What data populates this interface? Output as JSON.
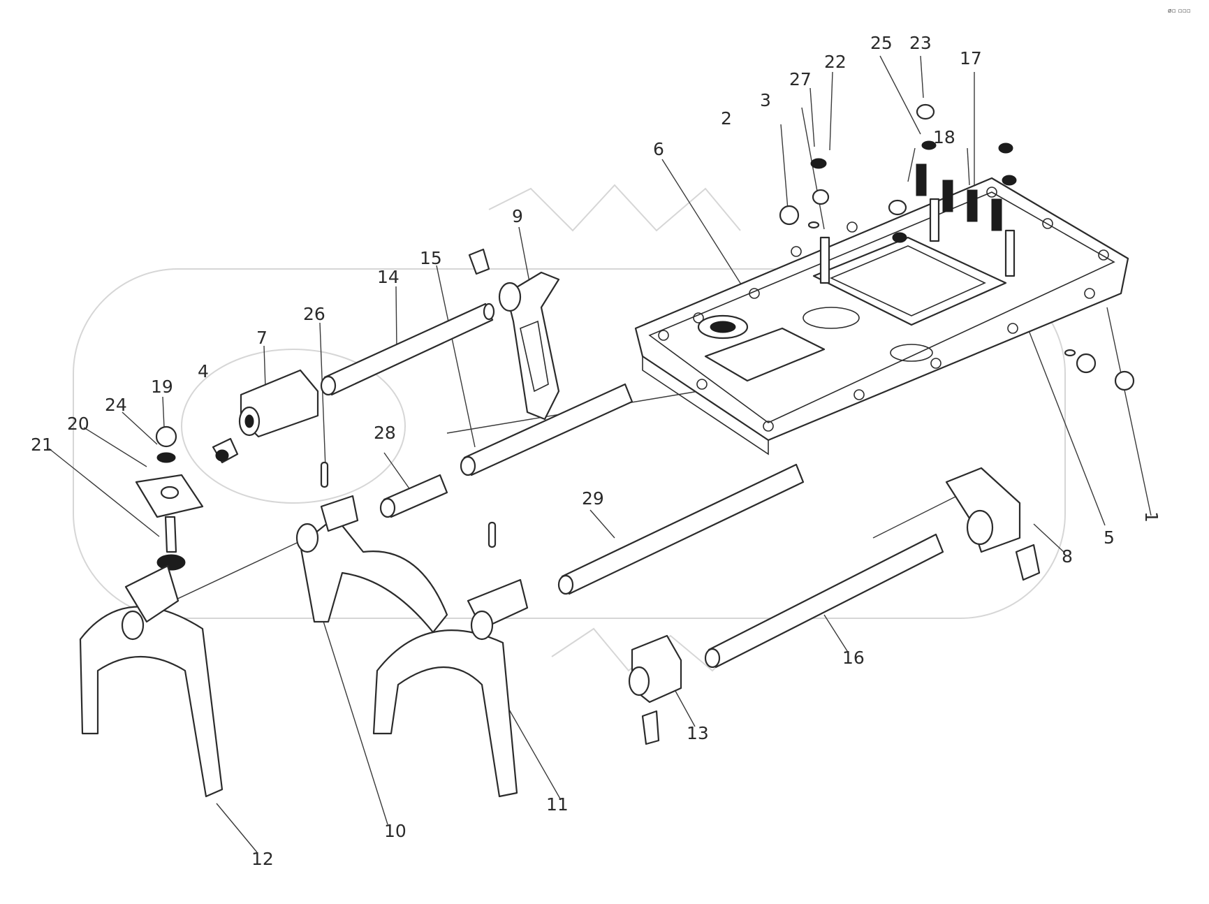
{
  "diagram": {
    "corner_mark": "ø▫ ▫▫▫",
    "callouts": [
      {
        "id": "c1",
        "text": "1"
      },
      {
        "id": "c2",
        "text": "2"
      },
      {
        "id": "c3",
        "text": "3"
      },
      {
        "id": "c4",
        "text": "4"
      },
      {
        "id": "c5",
        "text": "5"
      },
      {
        "id": "c6",
        "text": "6"
      },
      {
        "id": "c7",
        "text": "7"
      },
      {
        "id": "c8",
        "text": "8"
      },
      {
        "id": "c9",
        "text": "9"
      },
      {
        "id": "c10",
        "text": "10"
      },
      {
        "id": "c11",
        "text": "11"
      },
      {
        "id": "c12",
        "text": "12"
      },
      {
        "id": "c13",
        "text": "13"
      },
      {
        "id": "c14",
        "text": "14"
      },
      {
        "id": "c15",
        "text": "15"
      },
      {
        "id": "c16",
        "text": "16"
      },
      {
        "id": "c17",
        "text": "17"
      },
      {
        "id": "c18",
        "text": "18"
      },
      {
        "id": "c19",
        "text": "19"
      },
      {
        "id": "c20",
        "text": "20"
      },
      {
        "id": "c21",
        "text": "21"
      },
      {
        "id": "c22",
        "text": "22"
      },
      {
        "id": "c23",
        "text": "23"
      },
      {
        "id": "c24",
        "text": "24"
      },
      {
        "id": "c25",
        "text": "25"
      },
      {
        "id": "c26",
        "text": "26"
      },
      {
        "id": "c27",
        "text": "27"
      },
      {
        "id": "c28",
        "text": "28"
      },
      {
        "id": "c29",
        "text": "29"
      }
    ]
  }
}
